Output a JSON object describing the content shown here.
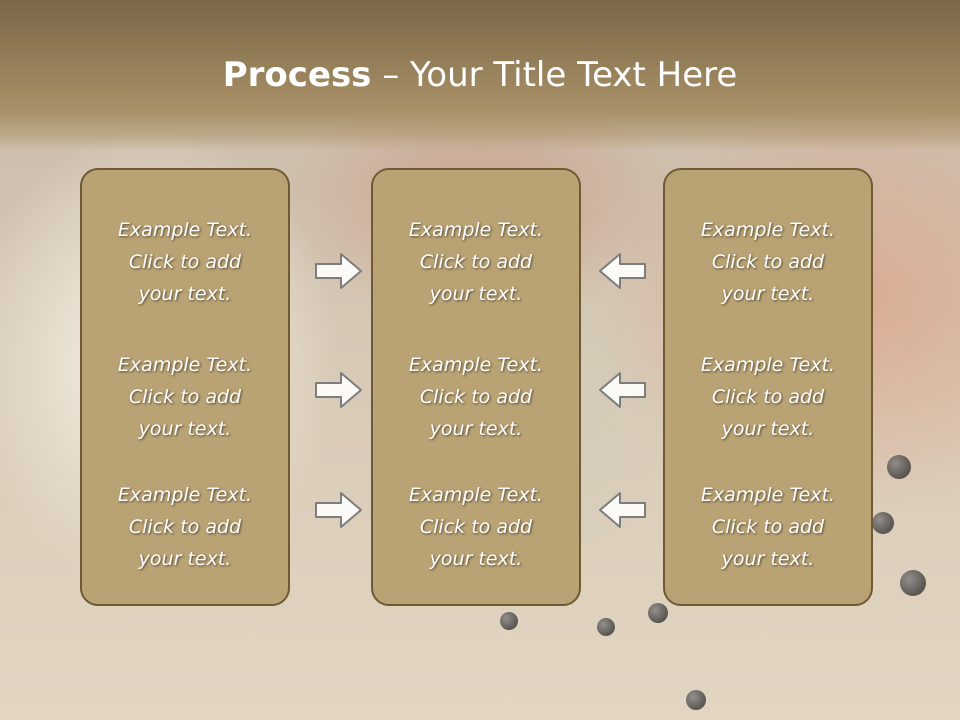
{
  "slide": {
    "title_bold": "Process",
    "title_rest": " – Your Title Text Here"
  },
  "columns": [
    {
      "texts": [
        [
          "Example Text.",
          "Click  to add",
          "your text."
        ],
        [
          "Example Text.",
          "Click  to add",
          "your text."
        ],
        [
          "Example Text.",
          "Click  to add",
          "your text."
        ]
      ]
    },
    {
      "texts": [
        [
          "Example Text.",
          "Click  to add",
          "your text."
        ],
        [
          "Example Text.",
          "Click  to add",
          "your text."
        ],
        [
          "Example Text.",
          "Click  to add",
          "your text."
        ]
      ]
    },
    {
      "texts": [
        [
          "Example Text.",
          "Click  to add",
          "your text."
        ],
        [
          "Example Text.",
          "Click  to add",
          "your text."
        ],
        [
          "Example Text.",
          "Click  to add",
          "your text."
        ]
      ]
    }
  ],
  "icons": {
    "left_arrows": "arrow-right-icon",
    "right_arrows": "arrow-left-icon"
  },
  "colors": {
    "title_band": "#8f7a55",
    "box_fill": "#b9a273",
    "box_border": "#6f5a34",
    "text": "#ffffff"
  }
}
